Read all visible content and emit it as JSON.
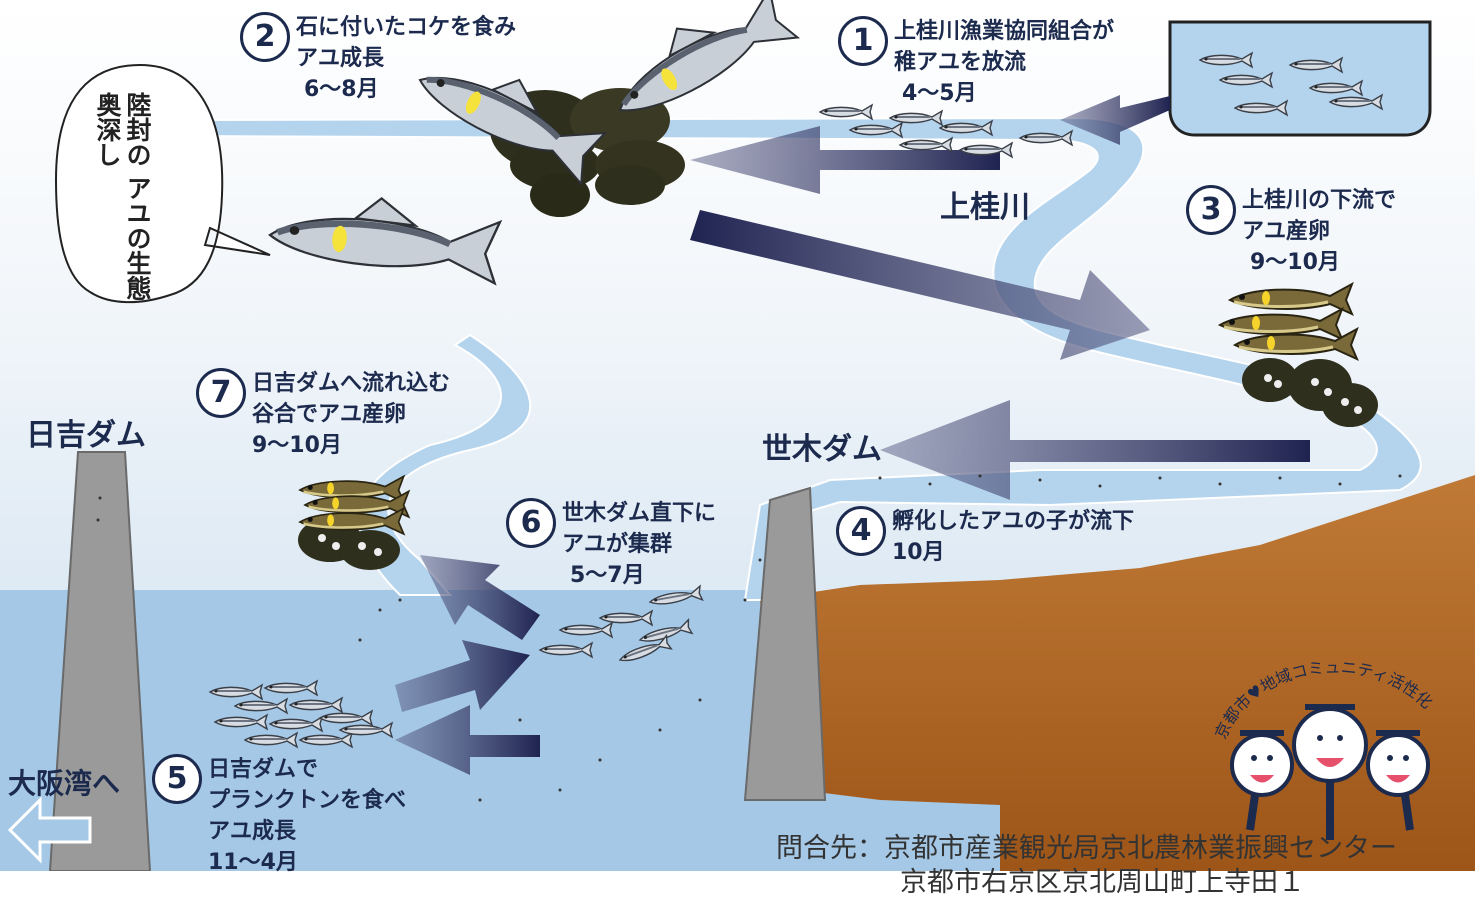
{
  "labels": {
    "step1": {
      "num": "1",
      "line1": "上桂川漁業協同組合が",
      "line2": "稚アユを放流",
      "month": "4～5月"
    },
    "step2": {
      "num": "2",
      "line1": "石に付いたコケを食み",
      "line2": "アユ成長",
      "month": "6～8月"
    },
    "step3": {
      "num": "3",
      "line1": "上桂川の下流で",
      "line2": "アユ産卵",
      "month": "9～10月"
    },
    "step4": {
      "num": "4",
      "line1": "孵化したアユの子が流下",
      "line2": "10月"
    },
    "step5": {
      "num": "5",
      "line1": "日吉ダムで",
      "line2": "プランクトンを食べ",
      "line3": "アユ成長",
      "month": "11～4月"
    },
    "step6": {
      "num": "6",
      "line1": "世木ダム直下に",
      "line2": "アユが集群",
      "month": "5～7月"
    },
    "step7": {
      "num": "7",
      "line1": "日吉ダムへ流れ込む",
      "line2": "谷合でアユ産卵",
      "month": "9～10月"
    }
  },
  "places": {
    "upper_katsura": "上桂川",
    "segi_dam": "世木ダム",
    "hiyoshi_dam": "日吉ダム",
    "to_osaka_bay": "大阪湾へ"
  },
  "speech": {
    "text": "陸封の アユの生態 奥深し"
  },
  "contact": {
    "line1": "問合先：京都市産業観光局京北農林業振興センター",
    "line2": "京都市右京区京北周山町上寺田１"
  },
  "mascot": {
    "arc_text": "京都市♥地域コミュニティ活性化"
  },
  "colors": {
    "water": "#a9cdea",
    "water_light": "#dbe8f3",
    "ground": "#b56a2a",
    "arrow": "#2a2f5a",
    "dam": "#8a8a8a",
    "text": "#1c2a4e"
  },
  "icons": {
    "arrow": "arrow-left-icon",
    "fish": "ayu-fish-icon",
    "egg": "egg-cluster-icon"
  }
}
